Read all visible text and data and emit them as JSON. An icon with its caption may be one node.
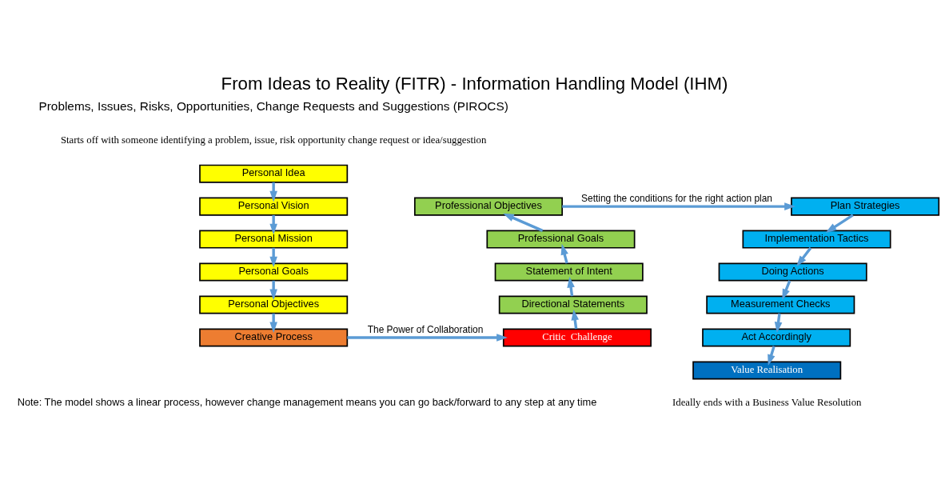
{
  "diagram": {
    "title": "From Ideas to Reality (FITR) - Information Handling Model (IHM)",
    "nodes": [
      {
        "text": [
          "Personal Idea"
        ],
        "beside": [
          "Starts off with someone identifying a problem, issue, risk opportunity change request or idea/suggestion"
        ]
      },
      {
        "text": [
          "Personal Vision"
        ]
      },
      {
        "text": [
          "Personal Mission"
        ]
      },
      {
        "text": [
          "Personal Goals"
        ]
      },
      {
        "text": [
          "Personal Objectives"
        ]
      },
      {
        "text": [
          "Creative Process"
        ]
      },
      {
        "text": [
          "Professional Objectives"
        ]
      },
      {
        "text": [
          "Professional Goals"
        ]
      },
      {
        "text": [
          "Statement of Intent"
        ]
      },
      {
        "text": [
          "Directional Statements"
        ]
      },
      {
        "text": [
          "Critic  Challenge"
        ]
      },
      {
        "text": [
          "Plan Strategies"
        ]
      },
      {
        "text": [
          "Implementation Tactics"
        ]
      },
      {
        "text": [
          "Doing Actions"
        ]
      },
      {
        "text": [
          "Measurement Checks"
        ]
      },
      {
        "text": [
          "Act Accordingly"
        ]
      },
      {
        "text": [
          "Value Realisation"
        ],
        "beside": [
          "Ideally ends with a Business Value Resolution"
        ]
      }
    ],
    "edges": [
      {
        "from": 0,
        "to": 1,
        "arrow": "to"
      },
      {
        "from": 1,
        "to": 2,
        "arrow": "to"
      },
      {
        "from": 2,
        "to": 3,
        "arrow": "to"
      },
      {
        "from": 3,
        "to": 4,
        "arrow": "to"
      },
      {
        "from": 4,
        "to": 5,
        "arrow": "to"
      },
      {
        "from": 5,
        "to": 10,
        "arrow": "to",
        "label": "The Power of Collaboration"
      },
      {
        "from": 10,
        "to": 9,
        "arrow": "to"
      },
      {
        "from": 9,
        "to": 8,
        "arrow": "to"
      },
      {
        "from": 8,
        "to": 7,
        "arrow": "to"
      },
      {
        "from": 7,
        "to": 6,
        "arrow": "to"
      },
      {
        "from": 6,
        "to": 11,
        "arrow": "to",
        "label": "Setting the conditions for the right action plan"
      },
      {
        "from": 11,
        "to": 12,
        "arrow": "to"
      },
      {
        "from": 12,
        "to": 13,
        "arrow": "to"
      },
      {
        "from": 13,
        "to": 14,
        "arrow": "to"
      },
      {
        "from": 14,
        "to": 15,
        "arrow": "to"
      },
      {
        "from": 15,
        "to": 16,
        "arrow": "to"
      }
    ],
    "labels": [
      "Problems, Issues, Risks, Opportunities, Change Requests and Suggestions (PIROCS)",
      "Note: The model shows a linear process, however change management means you can go back/forward to any step at any time"
    ]
  }
}
